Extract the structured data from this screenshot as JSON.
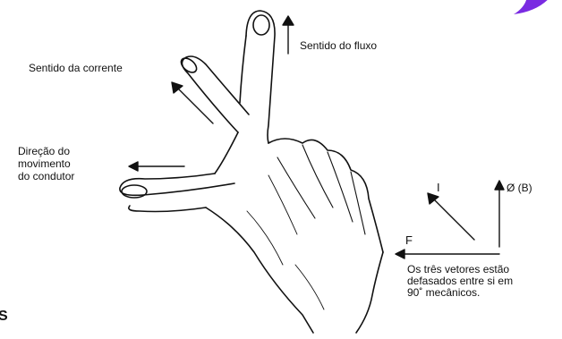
{
  "labels": {
    "flux_direction": "Sentido do fluxo",
    "current_direction": "Sentido da corrente",
    "motion_direction": "Direção do\nmovimento\ndo condutor",
    "vector_i": "I",
    "vector_phi": "Ø (B)",
    "vector_f": "F",
    "note": "Os três vetores estão\ndefasados entre si em\n90˚ mecânicos.",
    "edge_fragment": "S"
  },
  "colors": {
    "line": "#111111",
    "corner_accent": "#7a2be2",
    "background": "#ffffff"
  }
}
